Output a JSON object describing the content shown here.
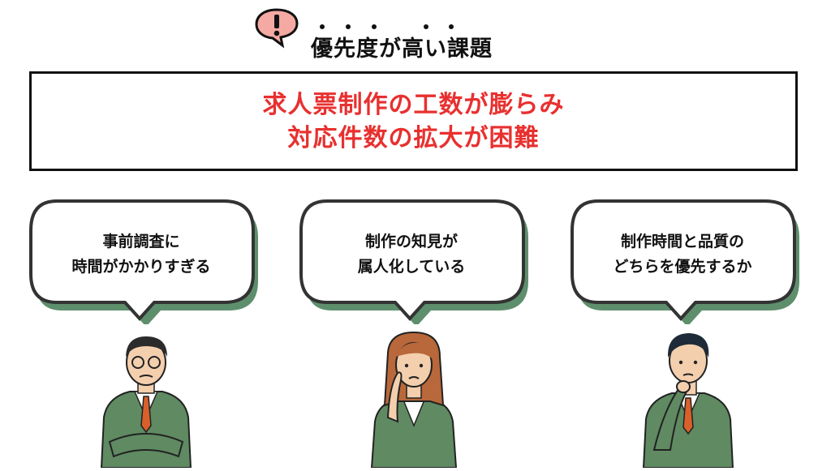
{
  "header": {
    "title": "優先度が高い課題",
    "icon": "exclamation-speech-icon"
  },
  "main_issue": {
    "lines": [
      "求人票制作の工数が膨らみ",
      "対応件数の拡大が困難"
    ],
    "color": "#e8302f"
  },
  "bubbles": [
    {
      "lines": [
        "事前調査に",
        "時間がかかりすぎる"
      ]
    },
    {
      "lines": [
        "制作の知見が",
        "属人化している"
      ]
    },
    {
      "lines": [
        "制作時間と品質の",
        "どちらを優先するか"
      ]
    }
  ],
  "colors": {
    "shadow": "#5e8f6d",
    "suit": "#5f8a62",
    "tie": "#d9602a",
    "alert": "#f4a9a3"
  }
}
